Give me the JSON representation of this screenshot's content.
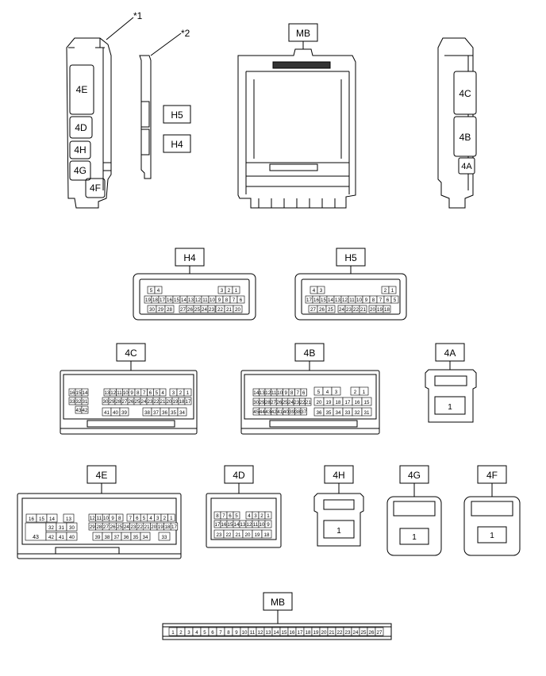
{
  "callouts": [
    "*1",
    "*2"
  ],
  "overview_labels": {
    "left": [
      "4E",
      "4D",
      "4H",
      "4G",
      "4F"
    ],
    "mid": [
      "H5",
      "H4"
    ],
    "right": [
      "4C",
      "4B",
      "4A"
    ],
    "mb": "MB"
  },
  "connectors": {
    "H4": {
      "title": "H4",
      "row1_left": [
        "5",
        "4"
      ],
      "row1_right": [
        "3",
        "2",
        "1"
      ],
      "row2": [
        "19",
        "18",
        "17",
        "16",
        "15",
        "14",
        "13",
        "12",
        "11",
        "10",
        "9",
        "8",
        "7",
        "6"
      ],
      "row3_left": [
        "30",
        "29",
        "28"
      ],
      "row3_mid": [
        "27",
        "26",
        "25",
        "24",
        "23"
      ],
      "row3_right": [
        "22",
        "21",
        "20"
      ]
    },
    "H5": {
      "title": "H5",
      "row1_left": [
        "4",
        "3"
      ],
      "row1_right": [
        "2",
        "1"
      ],
      "row2": [
        "17",
        "16",
        "15",
        "14",
        "13",
        "12",
        "11",
        "10",
        "9",
        "8",
        "7",
        "6",
        "5"
      ],
      "row3_left": [
        "27",
        "26",
        "25"
      ],
      "row3_mid": [
        "24",
        "23",
        "22",
        "21"
      ],
      "row3_right": [
        "20",
        "19",
        "18"
      ]
    },
    "4C": {
      "title": "4C",
      "left_block": [
        [
          "16",
          "15",
          "14"
        ],
        [
          "33",
          "32",
          "31"
        ],
        [
          "43",
          "42"
        ]
      ],
      "row1": [
        "13",
        "12",
        "11",
        "10",
        "9",
        "8",
        "7",
        "6",
        "5",
        "4"
      ],
      "row1_right": [
        "3",
        "2",
        "1"
      ],
      "row2": [
        "30",
        "29",
        "28",
        "27",
        "26",
        "25",
        "24",
        "23",
        "22",
        "21",
        "20",
        "19",
        "18",
        "17"
      ],
      "row3_left": [
        "41",
        "40",
        "39"
      ],
      "row3_right": [
        "38",
        "37",
        "36",
        "35",
        "34"
      ]
    },
    "4B": {
      "title": "4B",
      "row1_left": [
        "14",
        "13",
        "12",
        "11",
        "10",
        "9",
        "8",
        "7",
        "6"
      ],
      "row1_mid": [
        "5",
        "4",
        "3"
      ],
      "row1_right": [
        "2",
        "1"
      ],
      "row2_left": [
        "30",
        "29",
        "28",
        "27",
        "26",
        "25",
        "24",
        "23",
        "22",
        "21"
      ],
      "row2_right": [
        "20",
        "19",
        "18",
        "17",
        "16",
        "15"
      ],
      "row3_left": [
        "45",
        "44",
        "43",
        "42",
        "41",
        "40",
        "39",
        "38",
        "37"
      ],
      "row3_right": [
        "36",
        "35",
        "34",
        "33",
        "32",
        "31"
      ]
    },
    "4A": {
      "title": "4A",
      "pin": "1"
    },
    "4E": {
      "title": "4E",
      "left_top": [
        "16",
        "15",
        "14"
      ],
      "left_top_right": "13",
      "left_big": "43",
      "left_mid": [
        "32",
        "31",
        "30"
      ],
      "left_bot": [
        "42",
        "41",
        "40"
      ],
      "row1": [
        "12",
        "11",
        "10",
        "9",
        "8"
      ],
      "row1_right": [
        "7",
        "6",
        "5",
        "4",
        "3",
        "2",
        "1"
      ],
      "row2": [
        "29",
        "28",
        "27",
        "26",
        "25",
        "24",
        "23",
        "22",
        "21",
        "20",
        "19",
        "18",
        "17"
      ],
      "row3": [
        "39",
        "38",
        "37",
        "36",
        "35",
        "34"
      ],
      "row3_right": "33"
    },
    "4D": {
      "title": "4D",
      "row1_left": [
        "8",
        "7",
        "6",
        "5"
      ],
      "row1_right": [
        "4",
        "3",
        "2",
        "1"
      ],
      "row2": [
        "17",
        "16",
        "15",
        "14",
        "13",
        "12",
        "11",
        "10",
        "9"
      ],
      "row3": [
        "23",
        "22",
        "21",
        "20",
        "19",
        "18"
      ]
    },
    "4H": {
      "title": "4H",
      "pin": "1"
    },
    "4G": {
      "title": "4G",
      "pin": "1"
    },
    "4F": {
      "title": "4F",
      "pin": "1"
    },
    "MB": {
      "title": "MB",
      "pins": [
        "1",
        "2",
        "3",
        "4",
        "5",
        "6",
        "7",
        "8",
        "9",
        "10",
        "11",
        "12",
        "13",
        "14",
        "15",
        "16",
        "17",
        "18",
        "19",
        "20",
        "21",
        "22",
        "23",
        "24",
        "25",
        "26",
        "27"
      ]
    }
  }
}
